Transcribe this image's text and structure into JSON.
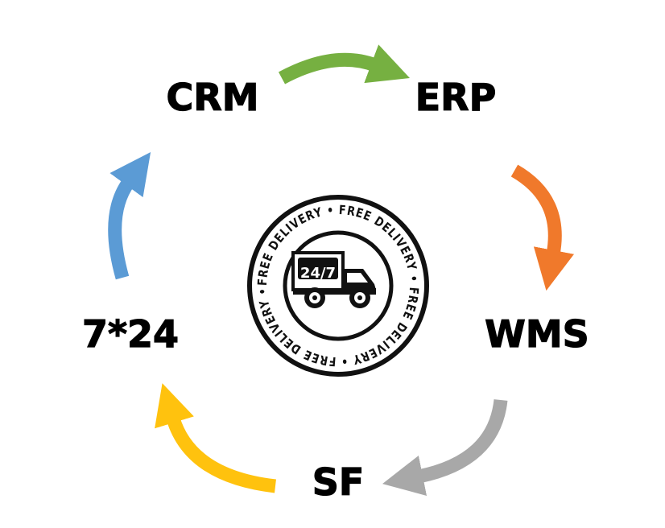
{
  "diagram": {
    "nodes": [
      {
        "id": "crm",
        "label": "CRM"
      },
      {
        "id": "erp",
        "label": "ERP"
      },
      {
        "id": "wms",
        "label": "WMS"
      },
      {
        "id": "sf",
        "label": "SF"
      },
      {
        "id": "724",
        "label": "7*24"
      }
    ],
    "arrows": [
      {
        "name": "crm-to-erp",
        "color": "#76b041"
      },
      {
        "name": "erp-to-wms",
        "color": "#f0792b"
      },
      {
        "name": "wms-to-sf",
        "color": "#a8a8a8"
      },
      {
        "name": "sf-to-724",
        "color": "#ffc20e"
      },
      {
        "name": "724-to-crm",
        "color": "#5b9bd5"
      }
    ],
    "badge": {
      "ring_text": "FREE DELIVERY • FREE DELIVERY • FREE DELIVERY • FREE DELIVERY • ",
      "truck_plate_text": "24/7",
      "color": "#111111",
      "background": "#ffffff"
    }
  }
}
